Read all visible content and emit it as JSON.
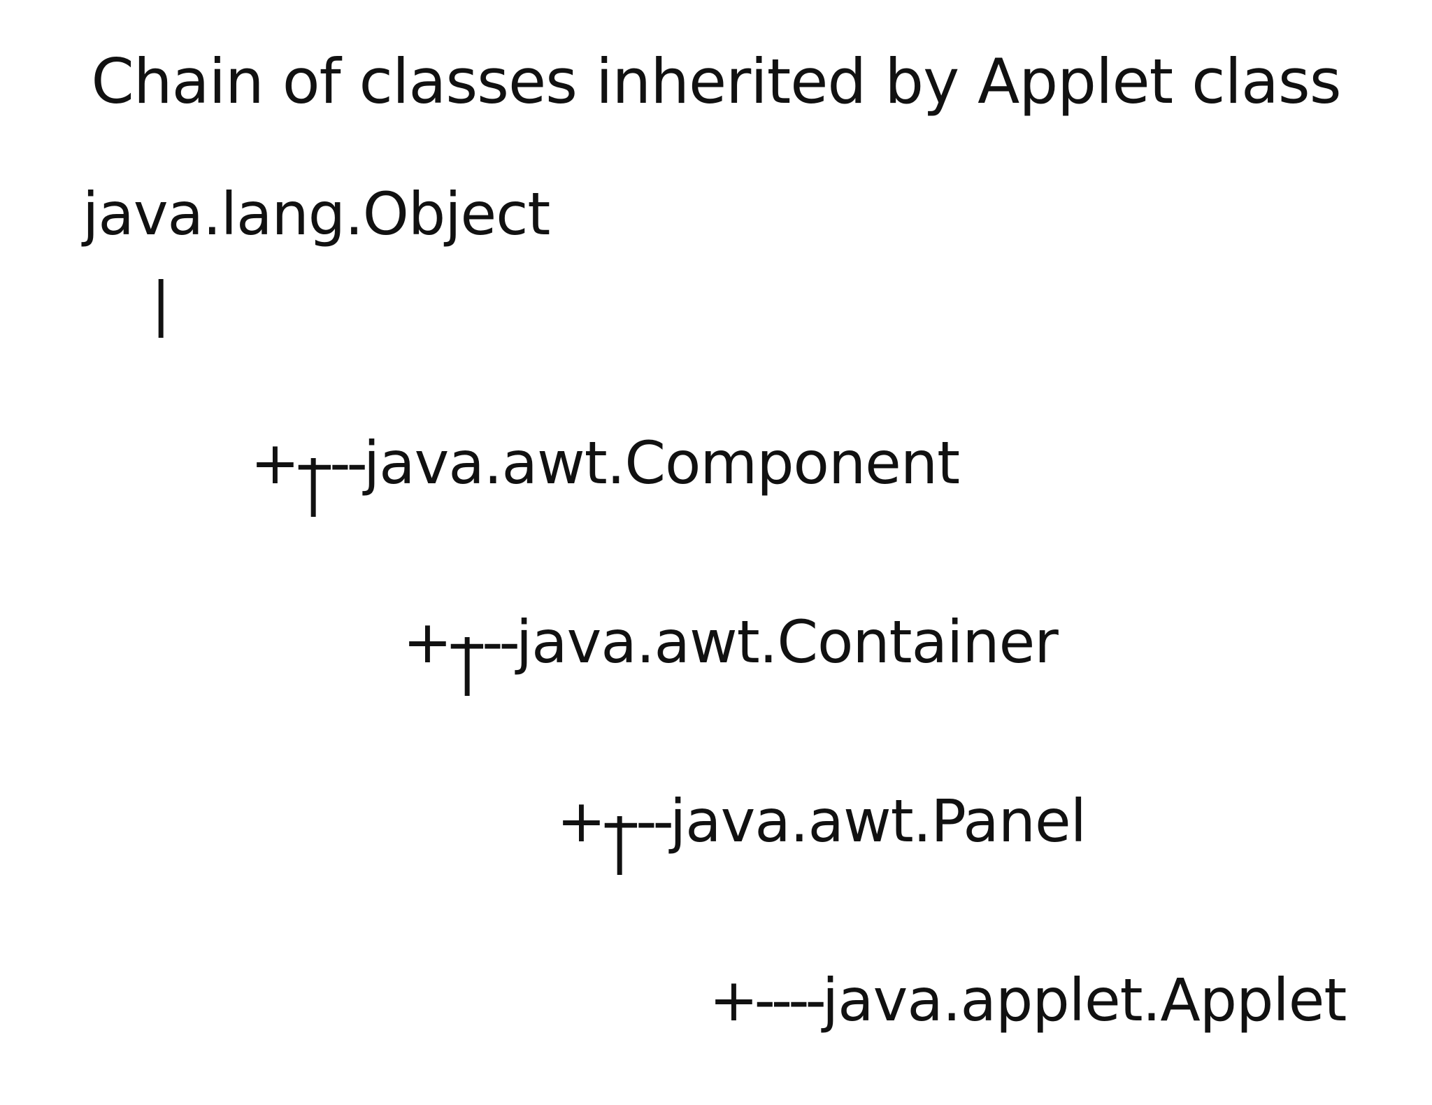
{
  "slide": {
    "title": "Chain of classes inherited by Applet class"
  },
  "hierarchy": {
    "root": "java.lang.Object",
    "connector_pipe": "|",
    "branch_prefix": "+----",
    "children": [
      "java.awt.Component",
      "java.awt.Container",
      "java.awt.Panel",
      "java.applet.Applet"
    ]
  }
}
